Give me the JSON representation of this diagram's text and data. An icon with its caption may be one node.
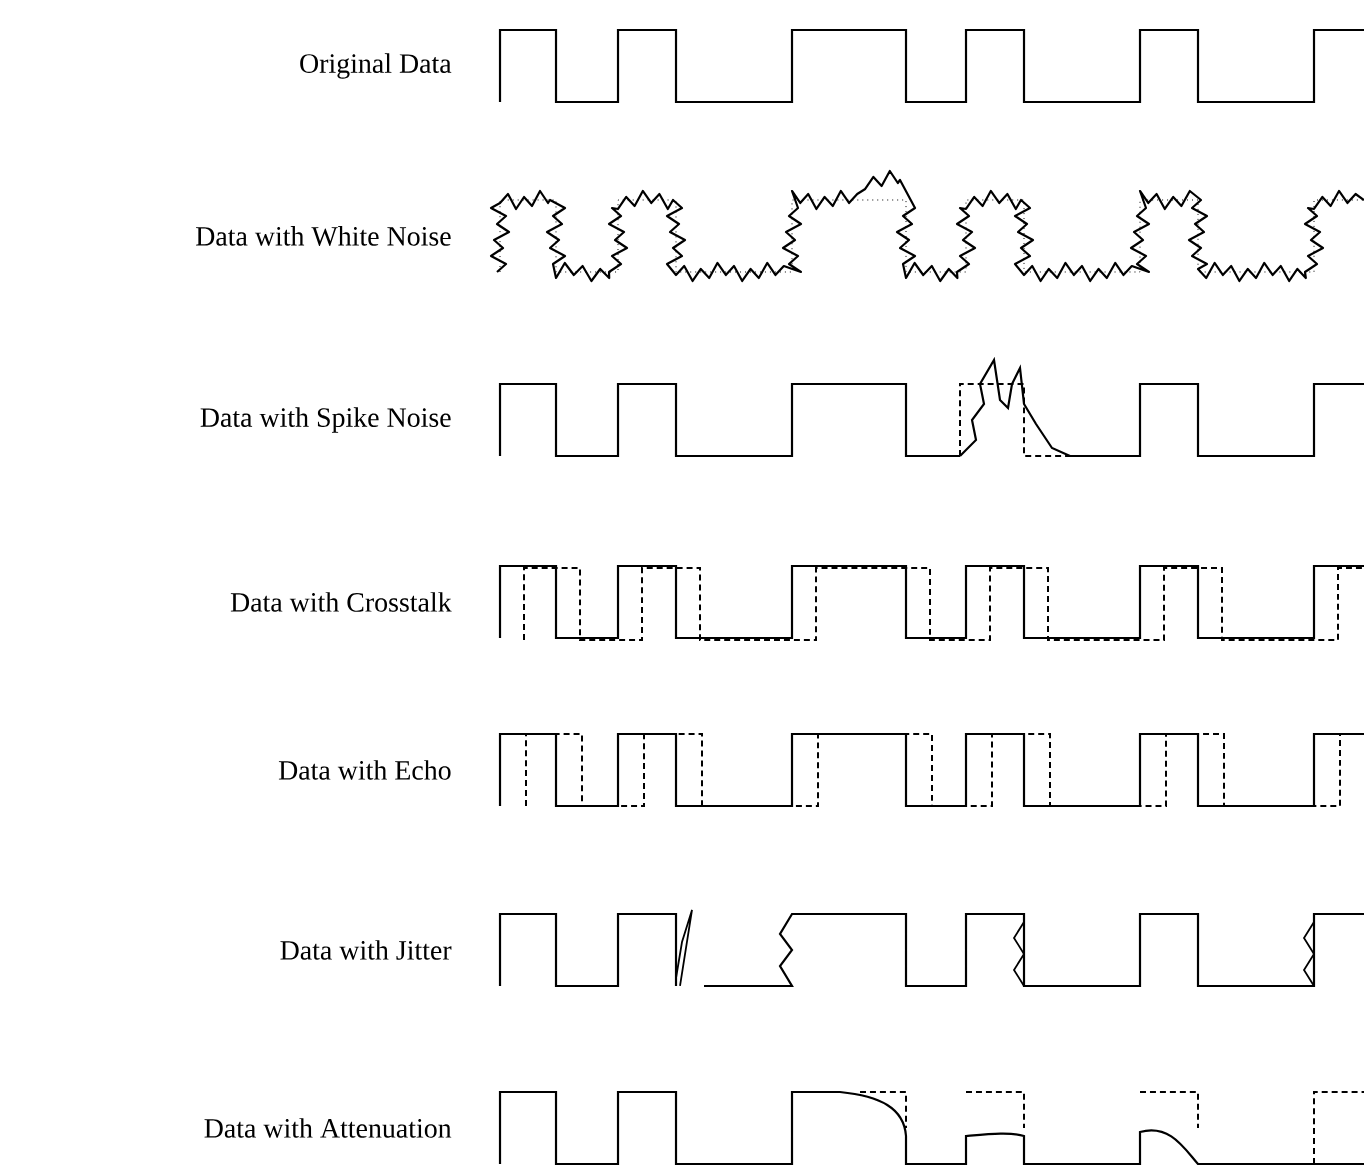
{
  "diagram": {
    "labels": [
      "Original Data",
      "Data with White Noise",
      "Data with Spike Noise",
      "Data with Crosstalk",
      "Data with Echo",
      "Data with Jitter",
      "Data with Attenuation"
    ]
  }
}
